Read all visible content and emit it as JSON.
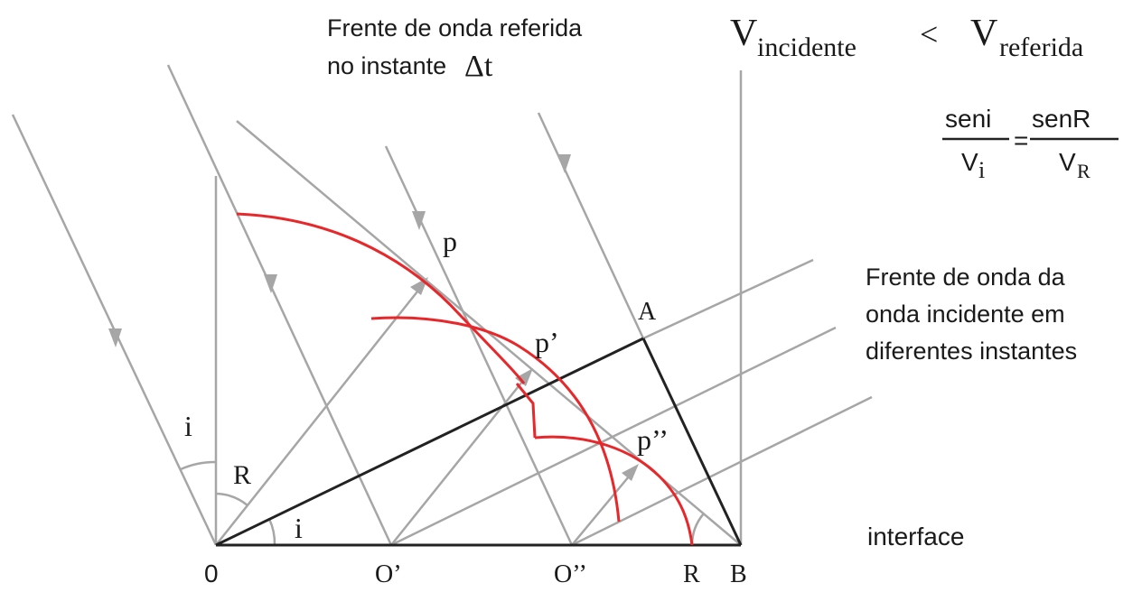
{
  "colors": {
    "gray": "#a6a6a6",
    "black": "#222222",
    "red": "#e8272b",
    "text": "#1a1a1a"
  },
  "captions": {
    "wavefront_refracted_line1": "Frente de onda referida",
    "wavefront_refracted_line2": "no instante",
    "delta_t": "Δt",
    "wavefront_incident_line1": "Frente de onda da",
    "wavefront_incident_line2": "onda incidente em",
    "wavefront_incident_line3": "diferentes instantes",
    "interface": "interface"
  },
  "velocity_relation": {
    "v_left": "V",
    "sub_left": "incidente",
    "operator": "<",
    "v_right": "V",
    "sub_right": "referida"
  },
  "snell_formula": {
    "left_numerator": "seni",
    "left_denominator_v": "V",
    "left_denominator_sub": "i",
    "equals": "=",
    "right_numerator": "senR",
    "right_denominator_v": "V",
    "right_denominator_sub": "R"
  },
  "point_labels": {
    "origin": "0",
    "o_prime": "O’",
    "o_double_prime": "O’’",
    "r_bottom": "R",
    "b": "B",
    "a": "A",
    "p": "p",
    "p_prime": "p’",
    "p_double_prime": "p’’"
  },
  "angle_labels": {
    "i_incidence": "i",
    "r_refraction": "R",
    "i_wavefront": "i"
  }
}
